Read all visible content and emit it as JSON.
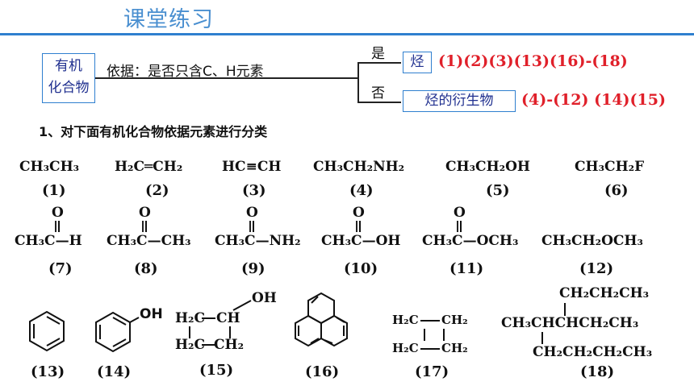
{
  "title": "课堂练习",
  "classifier": {
    "root_label": "有机\n化合物",
    "basis": "依据：是否只含C、H元素",
    "yes_label": "是",
    "no_label": "否",
    "hydrocarbon": "烃",
    "derivative": "烃的衍生物",
    "hydrocarbon_answer": "(1)(2)(3)(13)(16)-(18)",
    "derivative_answer": "(4)-(12) (14)(15)"
  },
  "question": "1、对下面有机化合物依据元素进行分类",
  "row1": [
    {
      "formula": "CH₃CH₃",
      "num": "(1)"
    },
    {
      "formula": "H₂C═CH₂",
      "num": "(2)"
    },
    {
      "formula": "HC≡CH",
      "num": "(3)"
    },
    {
      "formula": "CH₃CH₂NH₂",
      "num": "(4)"
    },
    {
      "formula": "CH₃CH₂OH",
      "num": "(5)"
    },
    {
      "formula": "CH₃CH₂F",
      "num": "(6)"
    }
  ],
  "row2": [
    {
      "formula": "CH₃C—H",
      "top": "O",
      "num": "(7)"
    },
    {
      "formula": "CH₃C—CH₃",
      "top": "O",
      "num": "(8)"
    },
    {
      "formula": "CH₃C—NH₂",
      "top": "O",
      "num": "(9)"
    },
    {
      "formula": "CH₃C—OH",
      "top": "O",
      "num": "(10)"
    },
    {
      "formula": "CH₃C—OCH₃",
      "top": "O",
      "num": "(11)"
    },
    {
      "formula": "CH₃CH₂OCH₃",
      "num": "(12)"
    }
  ],
  "row3": [
    {
      "num": "(13)"
    },
    {
      "num": "(14)",
      "label": "OH"
    },
    {
      "num": "(15)",
      "labels": [
        "OH",
        "H₂C",
        "CH",
        "H₂C",
        "CH₂"
      ]
    },
    {
      "num": "(16)"
    },
    {
      "num": "(17)",
      "labels": [
        "H₂C",
        "CH₂",
        "H₂C",
        "CH₂"
      ]
    },
    {
      "num": "(18)",
      "labels": [
        "CH₂CH₂CH₃",
        "CH₃CHCHCH₂CH₃",
        "CH₂CH₂CH₂CH₃"
      ]
    }
  ]
}
